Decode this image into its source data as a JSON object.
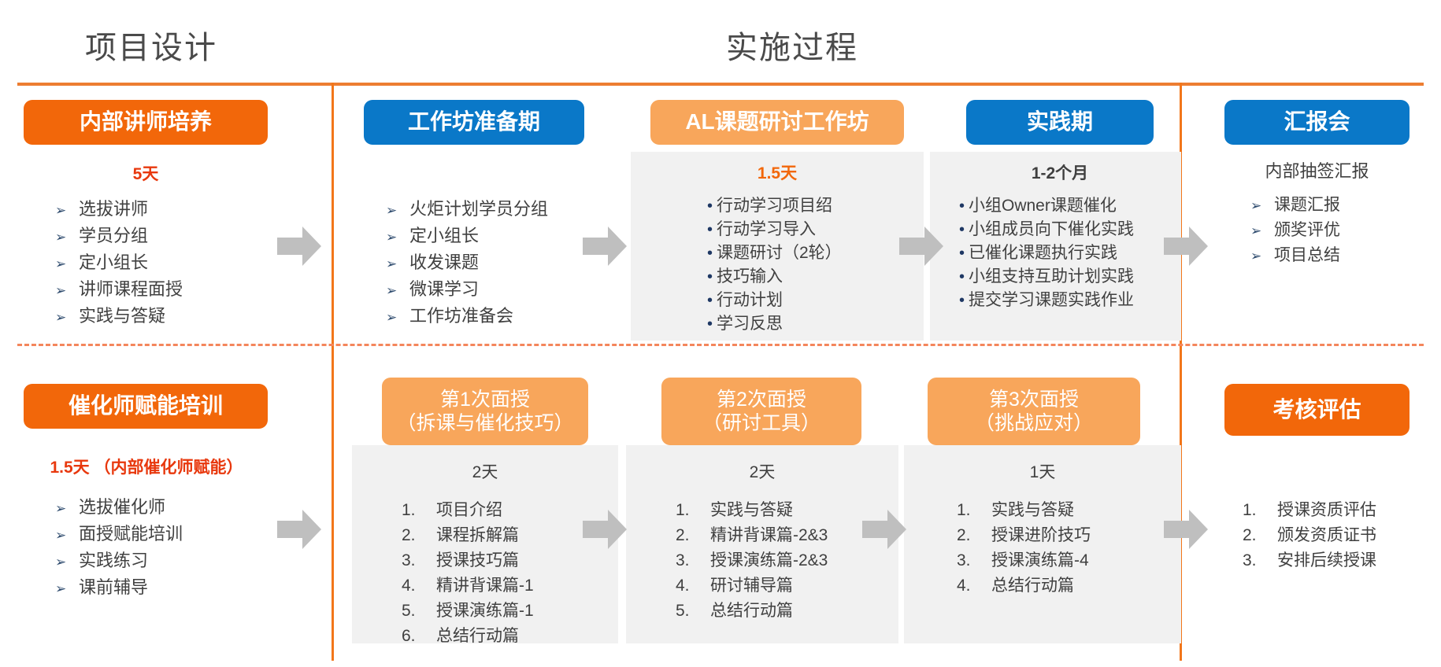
{
  "header": {
    "design_title": "项目设计",
    "implementation_title": "实施过程"
  },
  "colors": {
    "orange_strong": "#F2670A",
    "orange_rule": "#ED7D31",
    "orange_light": "#F8A65B",
    "blue": "#0A78C8",
    "red_text": "#E8380D",
    "panel_gray": "#F1F1F1",
    "arrow_gray": "#BFBFBF"
  },
  "icons": {
    "arrow_marker": "➢",
    "bullet_marker": "•",
    "flow_arrow": "flow-arrow-right-icon"
  },
  "top_row": [
    {
      "id": "internal-trainer-development",
      "title": "内部讲师培养",
      "style": "orange",
      "duration": "5天",
      "duration_style": "red",
      "list_type": "arrow",
      "items": [
        "选拔讲师",
        "学员分组",
        "定小组长",
        "讲师课程面授",
        "实践与答疑"
      ]
    },
    {
      "id": "workshop-preparation",
      "title": "工作坊准备期",
      "style": "blue",
      "duration": "",
      "duration_style": "dark",
      "list_type": "arrow",
      "items": [
        "火炬计划学员分组",
        "定小组长",
        "收发课题",
        "微课学习",
        "工作坊准备会"
      ]
    },
    {
      "id": "al-topic-workshop",
      "title": "AL课题研讨工作坊",
      "style": "lightorange",
      "duration": "1.5天",
      "duration_style": "orange",
      "list_type": "bullet",
      "items": [
        "行动学习项目绍",
        "行动学习导入",
        "课题研讨（2轮）",
        "技巧输入",
        "行动计划",
        "学习反思"
      ]
    },
    {
      "id": "practice-period",
      "title": "实践期",
      "style": "blue",
      "duration": "1-2个月",
      "duration_style": "dark",
      "list_type": "bullet",
      "items": [
        "小组Owner课题催化",
        "小组成员向下催化实践",
        "已催化课题执行实践",
        "小组支持互助计划实践",
        "提交学习课题实践作业"
      ]
    },
    {
      "id": "report-meeting",
      "title": "汇报会",
      "style": "blue",
      "subcaption": "内部抽签汇报",
      "list_type": "arrow",
      "items": [
        "课题汇报",
        "颁奖评优",
        "项目总结"
      ]
    }
  ],
  "bottom_row": [
    {
      "id": "facilitator-empowerment-training",
      "title": "催化师赋能培训",
      "style": "orange",
      "duration": "1.5天 （内部催化师赋能）",
      "duration_style": "red",
      "list_type": "arrow",
      "items": [
        "选拔催化师",
        "面授赋能培训",
        "实践练习",
        "课前辅导"
      ]
    },
    {
      "id": "session-1",
      "title_line1": "第1次面授",
      "title_line2": "（拆课与催化技巧）",
      "style": "lightorange",
      "duration": "2天",
      "duration_style": "dark",
      "list_type": "num",
      "items": [
        "项目介绍",
        "课程拆解篇",
        "授课技巧篇",
        "精讲背课篇-1",
        "授课演练篇-1",
        "总结行动篇"
      ]
    },
    {
      "id": "session-2",
      "title_line1": "第2次面授",
      "title_line2": "（研讨工具）",
      "style": "lightorange",
      "duration": "2天",
      "duration_style": "dark",
      "list_type": "num",
      "items": [
        "实践与答疑",
        "精讲背课篇-2&3",
        "授课演练篇-2&3",
        "研讨辅导篇",
        "总结行动篇"
      ]
    },
    {
      "id": "session-3",
      "title_line1": "第3次面授",
      "title_line2": "（挑战应对）",
      "style": "lightorange",
      "duration": "1天",
      "duration_style": "dark",
      "list_type": "num",
      "items": [
        "实践与答疑",
        "授课进阶技巧",
        "授课演练篇-4",
        "总结行动篇"
      ]
    },
    {
      "id": "assessment-evaluation",
      "title": "考核评估",
      "style": "orange",
      "list_type": "num",
      "items": [
        "授课资质评估",
        "颁发资质证书",
        "安排后续授课"
      ]
    }
  ]
}
